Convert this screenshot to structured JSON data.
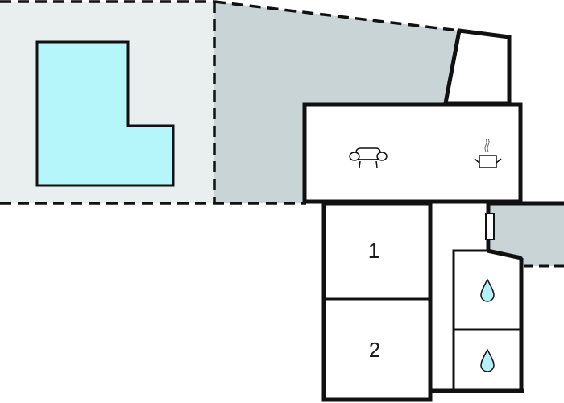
{
  "floorplan": {
    "colors": {
      "background": "#ffffff",
      "garden": "#e9eeef",
      "terrace": "#c9d4d6",
      "pool": "#b4f6fa",
      "wall": "#111111",
      "water": "#b4f0f8"
    },
    "rooms": [
      {
        "id": "bedroom-1",
        "label": "1"
      },
      {
        "id": "bedroom-2",
        "label": "2"
      }
    ],
    "icons": {
      "living": "armchair-icon",
      "kitchen": "cooking-pot-icon",
      "bathroom_1": "water-drop-icon",
      "bathroom_2": "water-drop-icon"
    }
  }
}
